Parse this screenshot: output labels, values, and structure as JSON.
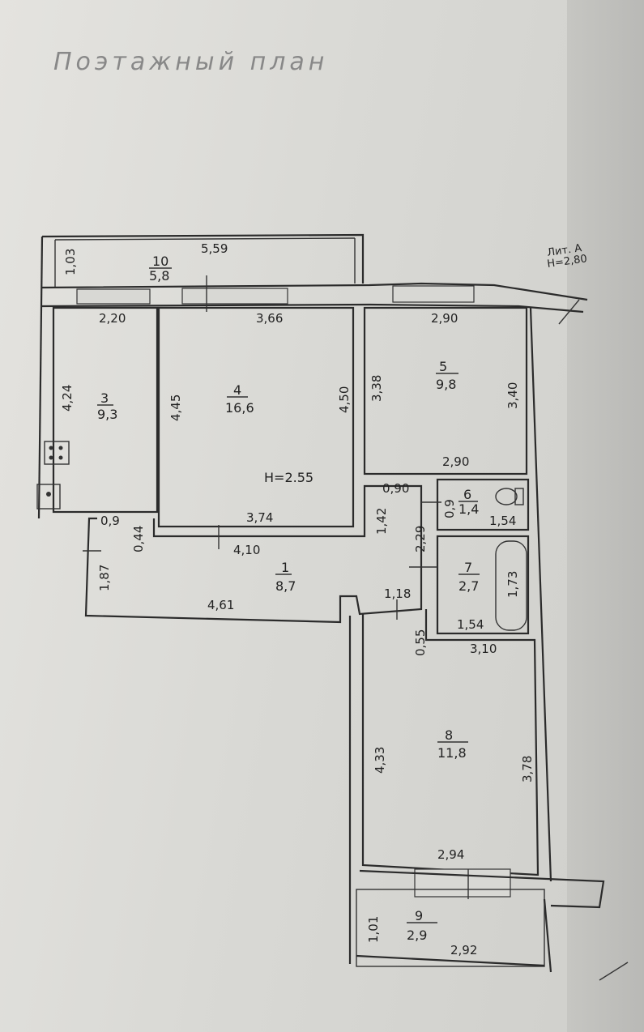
{
  "title": "Поэтажный план",
  "liter": {
    "line1": "Лит. А",
    "line2": "H=2,80"
  },
  "ceiling_note": "H=2.55",
  "rooms": [
    {
      "num": "10",
      "area": "5,8"
    },
    {
      "num": "3",
      "area": "9,3"
    },
    {
      "num": "4",
      "area": "16,6"
    },
    {
      "num": "5",
      "area": "9,8"
    },
    {
      "num": "6",
      "area": "1,4"
    },
    {
      "num": "7",
      "area": "2,7"
    },
    {
      "num": "1",
      "area": "8,7"
    },
    {
      "num": "8",
      "area": "11,8"
    },
    {
      "num": "9",
      "area": "2,9"
    }
  ],
  "dims": {
    "d559": "5,59",
    "d103": "1,03",
    "d220": "2,20",
    "d366": "3,66",
    "d290a": "2,90",
    "d424": "4,24",
    "d445": "4,45",
    "d450": "4,50",
    "d338": "3,38",
    "d340": "3,40",
    "d290b": "2,90",
    "d090": "0,90",
    "d09a": "0,9",
    "d09b": "0,9",
    "d154a": "1,54",
    "d044": "0,44",
    "d374": "3,74",
    "d142": "1,42",
    "d229": "2,29",
    "d410": "4,10",
    "d187": "1,87",
    "d173": "1,73",
    "d118": "1,18",
    "d461": "4,61",
    "d154b": "1,54",
    "d055": "0,55",
    "d310": "3,10",
    "d433": "4,33",
    "d378": "3,78",
    "d294": "2,94",
    "d101": "1,01",
    "d292": "2,92"
  }
}
